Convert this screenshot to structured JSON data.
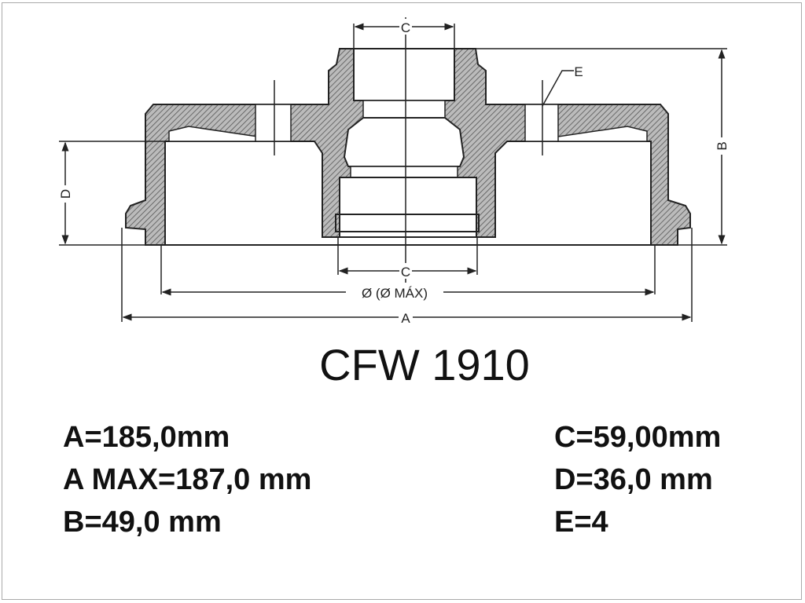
{
  "drawing": {
    "labels": {
      "c_top": "C",
      "c_bottom": "C",
      "e": "E",
      "b": "B",
      "d": "D",
      "diameter": "Ø (Ø MÁX)",
      "a": "A"
    }
  },
  "title": "CFW 1910",
  "specs": {
    "left": [
      "A=185,0mm",
      "A MAX=187,0 mm",
      "B=49,0 mm"
    ],
    "right": [
      "C=59,00mm",
      "D=36,0 mm",
      "E=4"
    ]
  },
  "colors": {
    "line": "#222222",
    "hatch": "#555555",
    "frame": "#aaaaaa"
  }
}
